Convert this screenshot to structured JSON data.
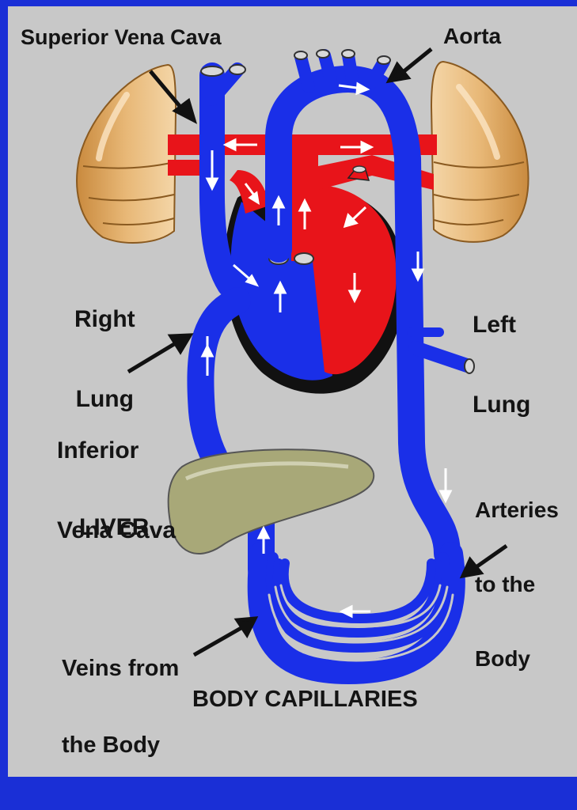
{
  "diagram": {
    "labels": {
      "superior_vena_cava": "Superior Vena Cava",
      "aorta": "Aorta",
      "right_lung": [
        "Right",
        "Lung"
      ],
      "left_lung": [
        "Left",
        "Lung"
      ],
      "inferior_vena_cava": [
        "Inferior",
        "Vena Cava"
      ],
      "liver": "LIVER",
      "arteries_to_body": [
        "Arteries",
        "to the",
        "Body"
      ],
      "veins_from_body": [
        "Veins from",
        "the Body"
      ],
      "body_capillaries": "BODY CAPILLARIES"
    },
    "colors": {
      "frame": "#1a2fd6",
      "background": "#c8c8c8",
      "deoxygenated_blood": "#1a2fe8",
      "oxygenated_blood": "#e8141a",
      "lung": "#d9a35c",
      "liver": "#a8a878",
      "outline": "#111111",
      "flow_arrow": "#ffffff"
    }
  }
}
